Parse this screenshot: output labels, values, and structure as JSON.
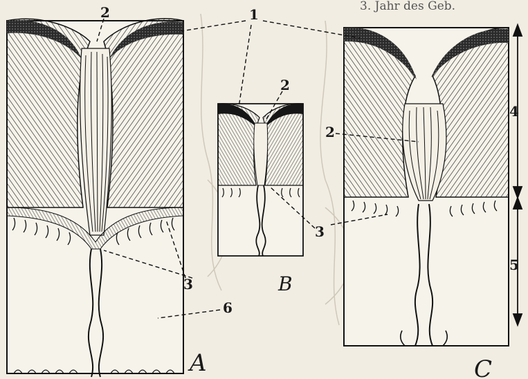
{
  "header": {
    "text": "3. Jahr des Geb."
  },
  "figures": [
    {
      "id": "A",
      "letter": "A"
    },
    {
      "id": "B",
      "letter": "B"
    },
    {
      "id": "C",
      "letter": "C"
    }
  ],
  "labels": {
    "l1": "1",
    "l2a": "2",
    "l2b": "2",
    "l2c": "2",
    "l3a": "3",
    "l3b": "3",
    "l4": "4",
    "l5": "5",
    "l6": "6"
  }
}
